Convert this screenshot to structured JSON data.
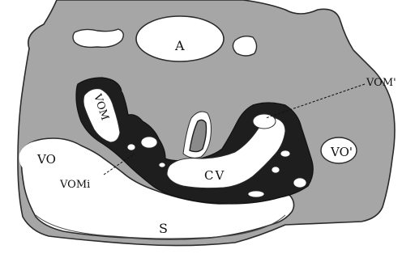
{
  "labels": {
    "a": "A",
    "vom": "VOM",
    "vom_prime": "VOM'",
    "vomi": "VOMi",
    "vo": "VO",
    "vo_prime": "VO'",
    "cv": "CV",
    "s": "S"
  },
  "colors": {
    "tissue": "#a6a6a6",
    "dark_tissue": "#1e1e1e",
    "cavity": "#ffffff",
    "outline": "#2a2a2a"
  }
}
